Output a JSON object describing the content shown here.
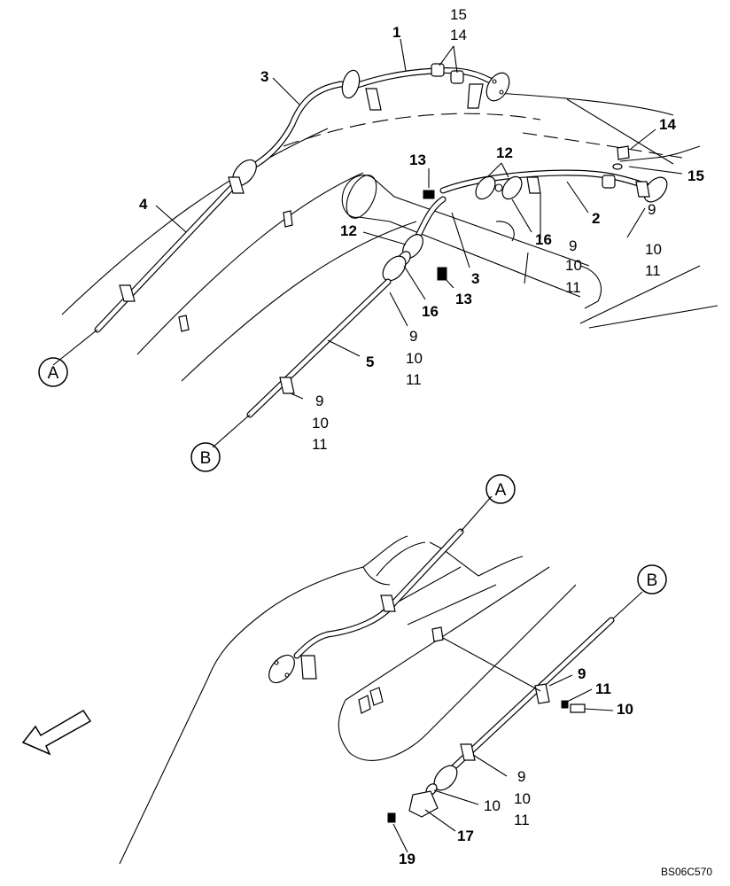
{
  "diagram_code": "BS06C570",
  "callouts_top": {
    "c1": "1",
    "c2": "2",
    "c3a": "3",
    "c3b": "3",
    "c4": "4",
    "c5": "5",
    "c14a": "14",
    "c15a": "15",
    "c14b": "14",
    "c15b": "15",
    "c12a": "12",
    "c12b": "12",
    "c13a": "13",
    "c13b": "13",
    "c16a": "16",
    "c16b": "16",
    "g1_9": "9",
    "g1_10": "10",
    "g1_11": "11",
    "g2_9": "9",
    "g2_10": "10",
    "g2_11": "11",
    "g3_9": "9",
    "g3_10": "10",
    "g3_11": "11",
    "g4_9": "9",
    "g4_10": "10",
    "g4_11": "11"
  },
  "callouts_bottom": {
    "b9": "9",
    "b11": "11",
    "b10": "10",
    "g5_9": "9",
    "g5_10": "10",
    "g5_11": "11",
    "b10b": "10",
    "b17": "17",
    "b19": "19"
  },
  "connectors": {
    "A_top": "A",
    "B_top": "B",
    "A_bottom": "A",
    "B_bottom": "B"
  },
  "icons": [
    "front-direction-arrow-icon",
    "connector-circle-icon"
  ]
}
